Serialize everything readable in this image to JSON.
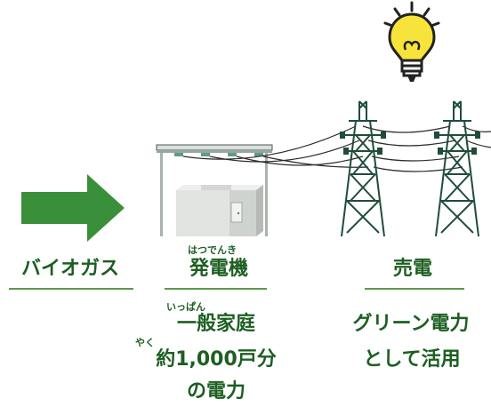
{
  "colors": {
    "arrow_green": "#3a8f3a",
    "text_green": "#1d5f22",
    "tower_green": "#1f4d3a",
    "bulb_yellow": "#f7e43a"
  },
  "biogas": {
    "label": "バイオガス"
  },
  "power_generation": {
    "ruby": "はつでんき",
    "label": "発電機"
  },
  "generation_amount": {
    "ruby_ippan": "いっぱん",
    "line1": "一般家庭",
    "ruby_yaku": "やく",
    "line2": "約1,000戸分",
    "line3": "の電力"
  },
  "sell": {
    "label": "売電"
  },
  "green_power": {
    "line1": "グリーン電力",
    "line2": "として活用"
  },
  "icons": [
    "right-arrow-icon",
    "generator-icon",
    "power-tower-icon",
    "light-bulb-icon"
  ]
}
